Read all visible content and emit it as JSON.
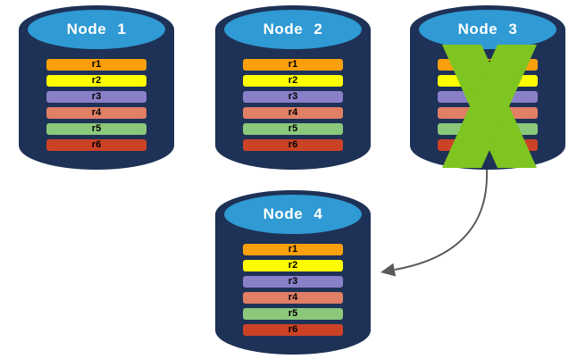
{
  "nodes": [
    {
      "label": "Node 1",
      "status": "active"
    },
    {
      "label": "Node 2",
      "status": "active"
    },
    {
      "label": "Node 3",
      "status": "failed"
    },
    {
      "label": "Node 4",
      "status": "active"
    }
  ],
  "records": [
    {
      "label": "r1",
      "color": "#FAA00C"
    },
    {
      "label": "r2",
      "color": "#FDFD00"
    },
    {
      "label": "r3",
      "color": "#8A7FC9"
    },
    {
      "label": "r4",
      "color": "#E07F65"
    },
    {
      "label": "r5",
      "color": "#8BC87C"
    },
    {
      "label": "r6",
      "color": "#CB4227"
    }
  ],
  "colors": {
    "cylinder_body": "#1E3156",
    "cylinder_top": "#2F9AD3",
    "node_label_text": "#FFFFFF",
    "record_text": "#000000",
    "failure_cross": "#7FC521",
    "arrow": "#5A5A5A"
  }
}
